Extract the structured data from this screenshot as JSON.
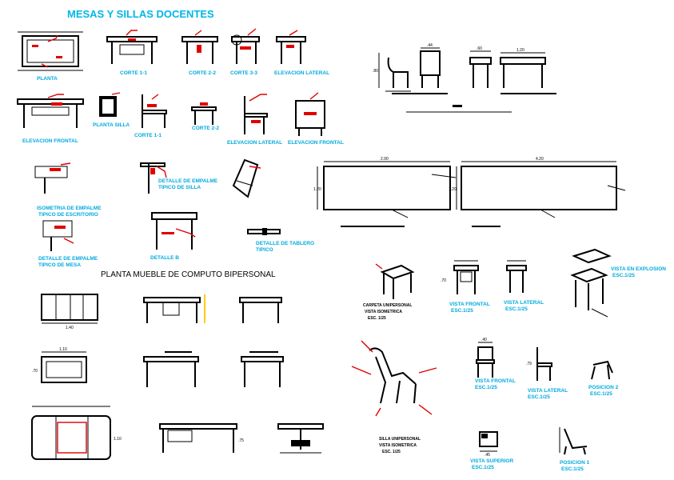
{
  "sheet_title": "MESAS Y SILLAS DOCENTES",
  "section_title": "PLANTA MUEBLE DE COMPUTO BIPERSONAL",
  "labels": {
    "planta": "PLANTA",
    "corte_1_1": "CORTE 1-1",
    "corte_2_2": "CORTE 2-2",
    "corte_3_3": "CORTE 3-3",
    "elev_lateral_1": "ELEVACION LATERAL",
    "elev_frontal_1": "ELEVACION FRONTAL",
    "planta_silla": "PLANTA SILLA",
    "corte_1_1b": "CORTE 1-1",
    "corte_2_2b": "CORTE 2-2",
    "elev_lateral_2": "ELEVACION LATERAL",
    "elev_frontal_2": "ELEVACION FRONTAL",
    "isometria_line1": "ISOMETRIA DE EMPALME",
    "isometria_line2": "TIPICO DE ESCRITORIO",
    "detalle_silla_line1": "DETALLE DE EMPALME",
    "detalle_silla_line2": "TIPICO DE SILLA",
    "detalle_mesa_line1": "DETALLE DE EMPALME",
    "detalle_mesa_line2": "TIPICO DE MESA",
    "detalle_b": "DETALLE B",
    "tablero_line1": "DETALLE DE TABLERO",
    "tablero_line2": "TIPICO",
    "vista_frontal_1": "VISTA FRONTAL",
    "esc_1": "ESC.1/25",
    "vista_lateral_1": "VISTA LATERAL",
    "esc_2": "ESC.1/25",
    "vista_explosion": "VISTA EN EXPLOSION",
    "esc_3": "ESC.1/25",
    "carpeta_line1": "CARPETA UNIPERSONAL",
    "carpeta_line2": "VISTA ISOMETRICA",
    "carpeta_line3": "ESC. 1/25",
    "vista_frontal_2": "VISTA FRONTAL",
    "esc_4": "ESC.1/25",
    "vista_lateral_2": "VISTA LATERAL",
    "esc_5": "ESC.1/25",
    "posicion_2": "POSICION 2",
    "esc_6": "ESC.1/25",
    "silla_line1": "SILLA UNIPERSONAL",
    "silla_line2": "VISTA ISOMETRICA",
    "silla_line3": "ESC. 1/25",
    "vista_superior": "VISTA SUPERIOR",
    "esc_7": "ESC.1/25",
    "posicion_1": "POSICION 1",
    "esc_8": "ESC.1/25"
  },
  "dimensions": {
    "board1_width": "2.90",
    "board2_width": "4.20",
    "board1_height": "1.20",
    "board2_height": "1.20",
    "desk_plan_width": "1.40",
    "desk_plan_width2": "1.10",
    "desk_height": ".70",
    "desk_height2": ".75",
    "small_44": ".44",
    "small_60": ".60",
    "width_120": "1.20",
    "dim_40": ".40",
    "dim_45": ".45",
    "dim_79": ".79",
    "dim_80": ".80"
  },
  "colors": {
    "title_cyan": "#00b7e6",
    "label_cyan": "#00aadd",
    "annotation_red": "#e00000",
    "line_black": "#000000",
    "background": "#ffffff"
  }
}
